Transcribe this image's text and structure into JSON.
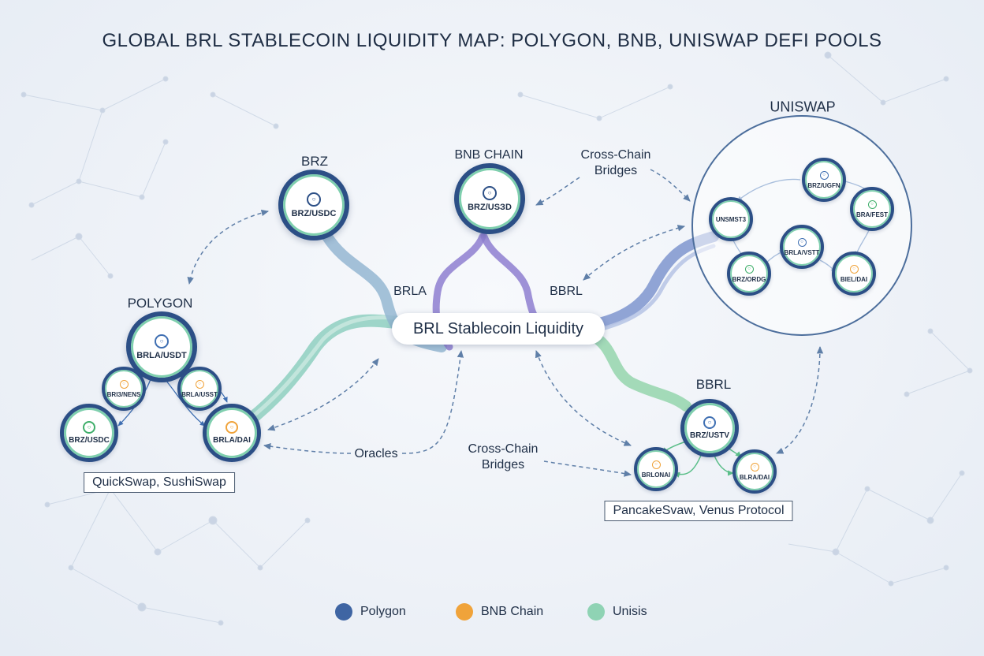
{
  "title": "GLOBAL BRL STABLECOIN LIQUIDITY MAP: POLYGON, BNB, UNISWAP DEFI POOLS",
  "hub": "BRL Stablecoin Liquidity",
  "labels": {
    "brz": "BRZ",
    "bnb_chain": "BNB CHAIN",
    "uniswap": "UNISWAP",
    "polygon": "POLYGON",
    "bbrl": "BBRL",
    "brla_flow": "BRLA",
    "bbrl_flow": "BBRL",
    "cross_chain_top": "Cross-Chain\nBridges",
    "cross_chain_bottom": "Cross-Chain\nBridges",
    "oracles": "Oracles"
  },
  "nodes": {
    "brz_usdc_top": "BRZ/USDC",
    "bnb_usd": "BRZ/USЗD",
    "polygon_brla_usdt": "BRLA/USDT",
    "polygon_brl3_nens": "BRl3/NENS",
    "polygon_brla_usst": "BRLA/USST",
    "polygon_brz_usdc": "BRZ/USDC",
    "polygon_brla_dai": "BRLA/DAI",
    "uni_brz_ugfn": "BRZ/UGFN",
    "uni_unsmst3": "UNSMST3",
    "uni_bra_fest": "BRA/FEST",
    "uni_brla_vstt": "BRLA/VSTT",
    "uni_brz_ordg": "BRZ/ORDG",
    "uni_biel_dai": "BIEL/DAI",
    "bbrl_brz_ustv": "BRZ/USTV",
    "bbrl_brlonai": "BRLONAI",
    "bbrl_blra_dai": "BLRA/DAI"
  },
  "protocols": {
    "polygon": "QuickSwap, SushiSwap",
    "bnb": "PancakeSvaw, Venus Protocol"
  },
  "legend": [
    {
      "label": "Polygon",
      "color": "#3f65a3"
    },
    {
      "label": "BNB Chain",
      "color": "#f0a33a"
    },
    {
      "label": "Unisis",
      "color": "#8fd3b4"
    }
  ],
  "colors": {
    "node_ring": "#2c4f86",
    "node_inner": "#7fcfae",
    "flow_teal": "#8ecfc0",
    "flow_purple": "#8e7fd0",
    "flow_blue": "#6f88c8",
    "flow_green": "#8fd3a8"
  }
}
